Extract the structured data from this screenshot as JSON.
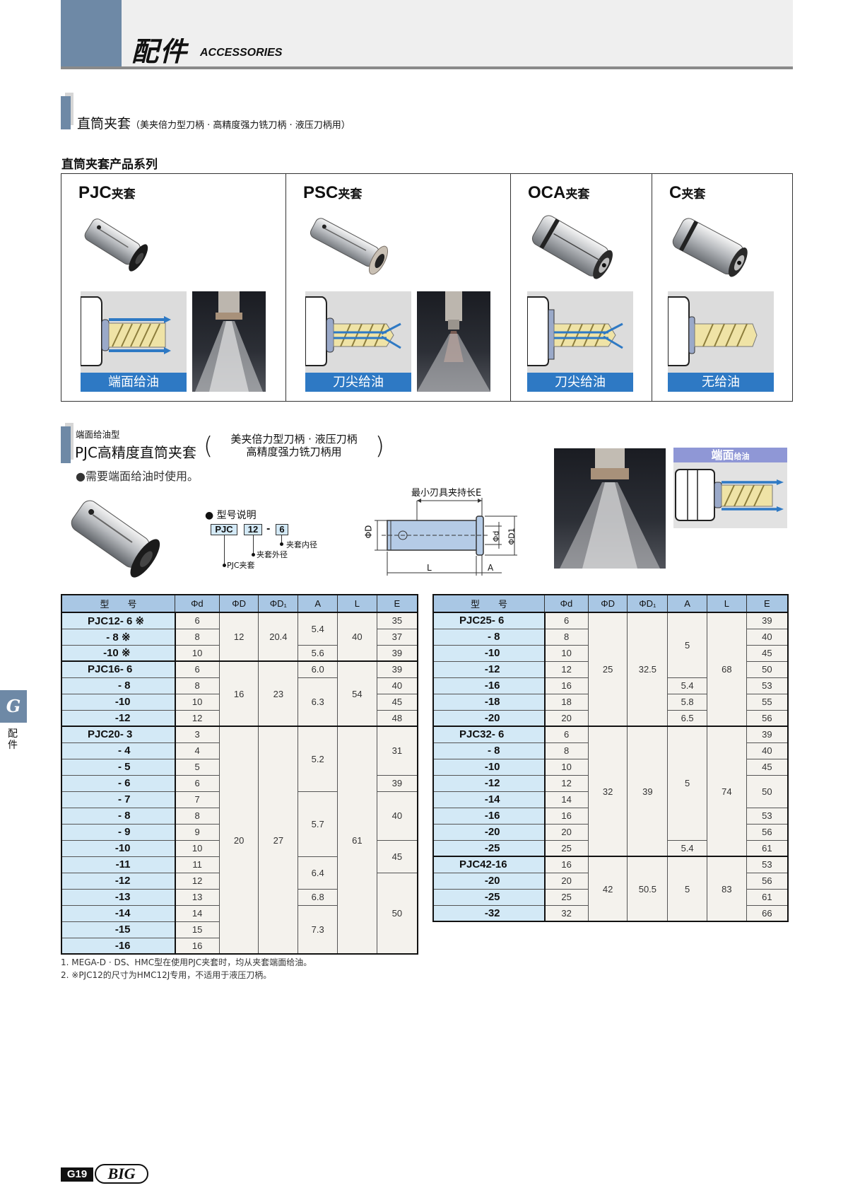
{
  "header": {
    "title": "配件",
    "subtitle": "ACCESSORIES"
  },
  "section1": {
    "title": "直筒夹套",
    "paren": "（美夹倍力型刀柄 · 高精度强力铣刀柄 · 液压刀柄用）",
    "series_title": "直筒夹套产品系列"
  },
  "series": [
    {
      "name": "PJC",
      "suffix": "夹套",
      "coolant_label": "端面给油",
      "has_photo": true
    },
    {
      "name": "PSC",
      "suffix": "夹套",
      "coolant_label": "刀尖给油",
      "has_photo": true
    },
    {
      "name": "OCA",
      "suffix": "夹套",
      "coolant_label": "刀尖给油",
      "has_photo": false
    },
    {
      "name": "C",
      "suffix": "夹套",
      "coolant_label": "无给油",
      "has_photo": false
    }
  ],
  "pjc": {
    "type_label": "端面给油型",
    "title": "PJC高精度直筒夹套",
    "paren_line1": "美夹倍力型刀柄 · 液压刀柄",
    "paren_line2": "高精度强力铣刀柄用",
    "bracket_open": "(",
    "bracket_close": ")",
    "note": "●需要端面给油时使用。",
    "model_legend": {
      "title": "● 型号说明",
      "part1": "PJC",
      "sep": "-",
      "part2": "12",
      "part3": "6",
      "label_part3": "夹套内径",
      "label_part2": "夹套外径",
      "label_part1": "PJC夹套"
    },
    "drawing": {
      "label_E": "最小刃具夹持长E",
      "label_D": "ΦD",
      "label_d": "Φd",
      "label_D1": "ΦD1",
      "label_L": "L",
      "label_A": "A"
    },
    "badge": {
      "main": "端面",
      "small": "给油"
    }
  },
  "table_headers": [
    "型　　号",
    "Φd",
    "ΦD",
    "ΦD₁",
    "A",
    "L",
    "E"
  ],
  "table_left": [
    {
      "model": "PJC12- 6 ※",
      "d": "6",
      "D": "12",
      "D1": "20.4",
      "A": "5.4",
      "L": "40",
      "E": "35"
    },
    {
      "model": "- 8 ※",
      "d": "8",
      "E": "37"
    },
    {
      "model": "-10 ※",
      "d": "10",
      "A": "5.6",
      "E": "39"
    },
    {
      "model": "PJC16- 6",
      "d": "6",
      "D": "16",
      "D1": "23",
      "A": "6.0",
      "L": "54",
      "E": "39"
    },
    {
      "model": "- 8",
      "d": "8",
      "A": "6.3",
      "E": "40"
    },
    {
      "model": "-10",
      "d": "10",
      "E": "45"
    },
    {
      "model": "-12",
      "d": "12",
      "E": "48"
    },
    {
      "model": "PJC20- 3",
      "d": "3",
      "D": "20",
      "D1": "27",
      "A": "5.2",
      "L": "61"
    },
    {
      "model": "- 4",
      "d": "4",
      "E": "31"
    },
    {
      "model": "- 5",
      "d": "5"
    },
    {
      "model": "- 6",
      "d": "6",
      "E": "39"
    },
    {
      "model": "- 7",
      "d": "7",
      "A": "5.7",
      "E": "40"
    },
    {
      "model": "- 8",
      "d": "8"
    },
    {
      "model": "- 9",
      "d": "9"
    },
    {
      "model": "-10",
      "d": "10",
      "E": "45"
    },
    {
      "model": "-11",
      "d": "11",
      "A": "6.4"
    },
    {
      "model": "-12",
      "d": "12",
      "E": "50"
    },
    {
      "model": "-13",
      "d": "13",
      "A": "6.8"
    },
    {
      "model": "-14",
      "d": "14",
      "A": "7.3"
    },
    {
      "model": "-15",
      "d": "15"
    },
    {
      "model": "-16",
      "d": "16"
    }
  ],
  "table_right": [
    {
      "model": "PJC25- 6",
      "d": "6",
      "D": "25",
      "D1": "32.5",
      "A": "5",
      "L": "68",
      "E": "39"
    },
    {
      "model": "- 8",
      "d": "8",
      "E": "40"
    },
    {
      "model": "-10",
      "d": "10",
      "E": "45"
    },
    {
      "model": "-12",
      "d": "12",
      "E": "50"
    },
    {
      "model": "-16",
      "d": "16",
      "A": "5.4",
      "E": "53"
    },
    {
      "model": "-18",
      "d": "18",
      "A": "5.8",
      "E": "55"
    },
    {
      "model": "-20",
      "d": "20",
      "A": "6.5",
      "E": "56"
    },
    {
      "model": "PJC32- 6",
      "d": "6",
      "D": "32",
      "D1": "39",
      "A": "5",
      "L": "74",
      "E": "39"
    },
    {
      "model": "- 8",
      "d": "8",
      "E": "40"
    },
    {
      "model": "-10",
      "d": "10",
      "E": "45"
    },
    {
      "model": "-12",
      "d": "12",
      "E": "50"
    },
    {
      "model": "-14",
      "d": "14"
    },
    {
      "model": "-16",
      "d": "16",
      "E": "53"
    },
    {
      "model": "-20",
      "d": "20",
      "E": "56"
    },
    {
      "model": "-25",
      "d": "25",
      "A": "5.4",
      "E": "61"
    },
    {
      "model": "PJC42-16",
      "d": "16",
      "D": "42",
      "D1": "50.5",
      "A": "5",
      "L": "83",
      "E": "53"
    },
    {
      "model": "-20",
      "d": "20",
      "E": "56"
    },
    {
      "model": "-25",
      "d": "25",
      "E": "61"
    },
    {
      "model": "-32",
      "d": "32",
      "E": "66"
    }
  ],
  "footnotes": [
    "1. MEGA-D · DS、HMC型在使用PJC夹套时，均从夹套端面给油。",
    "2. ※PJC12的尺寸为HMC12J专用，不适用于液压刀柄。"
  ],
  "side_tab": {
    "letter": "G",
    "text": "配件"
  },
  "footer": {
    "page": "G19",
    "brand": "BIG"
  },
  "colors": {
    "header_block": "#6e89a6",
    "table_header": "#a9c7e4",
    "model_cell": "#d3e9f6",
    "value_cell": "#f4f2ed",
    "coolant_label_bg": "#2e79c4",
    "badge_bg": "#8f97d6"
  }
}
